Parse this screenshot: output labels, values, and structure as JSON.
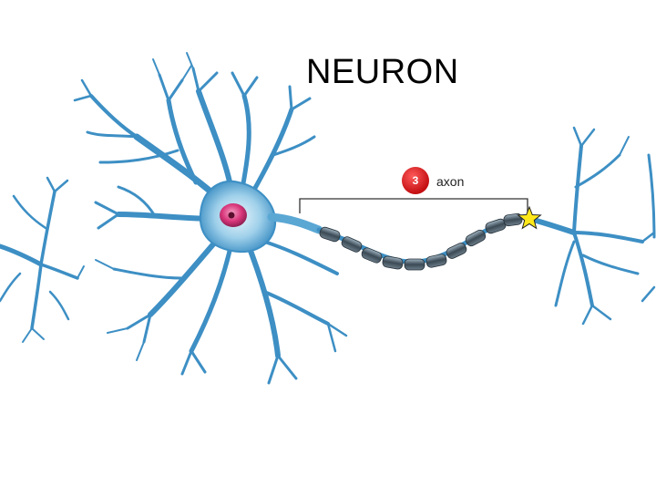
{
  "title": "NEURON",
  "callout": {
    "number": "3",
    "label": "axon"
  },
  "colors": {
    "neuron_blue": "#3d8fc4",
    "neuron_light": "#8cc6e8",
    "nucleus": "#d8367a",
    "badge_red": "#d0181b",
    "myelin": "#3b4a55",
    "star_fill": "#ffe81a"
  },
  "icons": {
    "marker": "star-icon"
  }
}
